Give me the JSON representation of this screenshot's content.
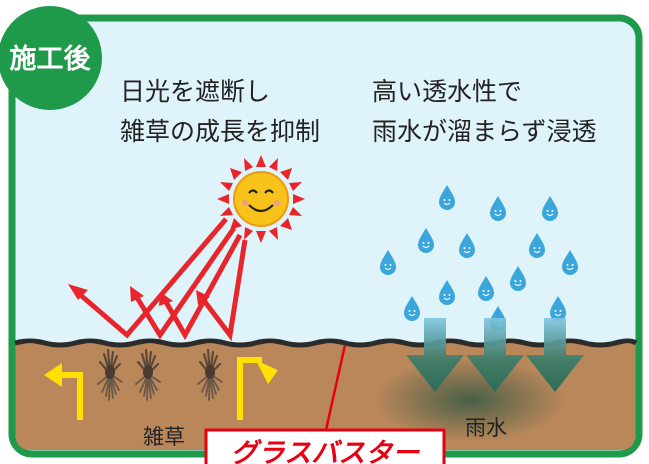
{
  "badge": {
    "label": "施工後",
    "color": "#1f9a4a"
  },
  "panel": {
    "border_color": "#1f9a4a",
    "sky_color": "#dff3fb",
    "soil_color": "#b9875a"
  },
  "left_caption": {
    "line1": "日光を遮断し",
    "line2": "雑草の成長を抑制"
  },
  "right_caption": {
    "line1": "高い透水性で",
    "line2": "雨水が溜まらず浸透"
  },
  "label_weeds": "雑草",
  "label_rainwater": "雨水",
  "product_label": {
    "text": "グラスバスター",
    "color": "#e60012"
  },
  "icons": {
    "sun": "smiling-sun-icon",
    "raindrop": "smiling-raindrop-icon",
    "reflection_arrow": "red-reflection-arrow-icon",
    "blocked_arrow": "yellow-bent-arrow-icon",
    "infiltration_arrow": "green-down-arrow-icon",
    "weed": "dead-weed-icon"
  },
  "colors": {
    "sun_arrow": "#e8252a",
    "blocked_arrow": "#ffe000",
    "raindrop": "#3aa6dc",
    "infiltration_arrow": "#3c7a64"
  }
}
